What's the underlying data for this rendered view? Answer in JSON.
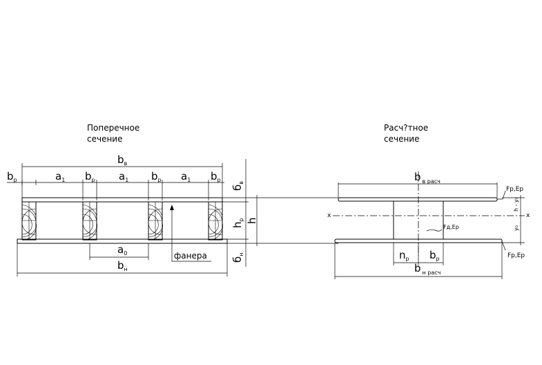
{
  "left_title": [
    "Поперечное",
    "сечение"
  ],
  "right_title": [
    "Расч?тное",
    "сечение"
  ],
  "left": {
    "b_v": {
      "main": "b",
      "sub": "в"
    },
    "b_r": {
      "main": "b",
      "sub": "р"
    },
    "a_1": {
      "main": "a",
      "sub": "1"
    },
    "a_0": {
      "main": "a",
      "sub": "0"
    },
    "b_n": {
      "main": "b",
      "sub": "н"
    },
    "h_r": {
      "main": "h",
      "sub": "р"
    },
    "h": "h",
    "delta_v": {
      "main": "б",
      "sub": "в"
    },
    "delta_n": {
      "main": "б",
      "sub": "н"
    },
    "fanera": "фанера"
  },
  "right": {
    "b_v_rasch": {
      "main": "b",
      "sub": "в расч"
    },
    "b_n_rasch": {
      "main": "b",
      "sub": "н расч"
    },
    "n_r": {
      "main": "n",
      "sub": "р"
    },
    "b_r": {
      "main": "b",
      "sub": "р"
    },
    "FpEp_top": "Fр,Eр",
    "FpEp_bottom": "Fр,Eр",
    "FdEd": "Fд,Eр",
    "axis_mark": "x",
    "y_upper": "h - y₀",
    "y_lower": "y₀"
  }
}
